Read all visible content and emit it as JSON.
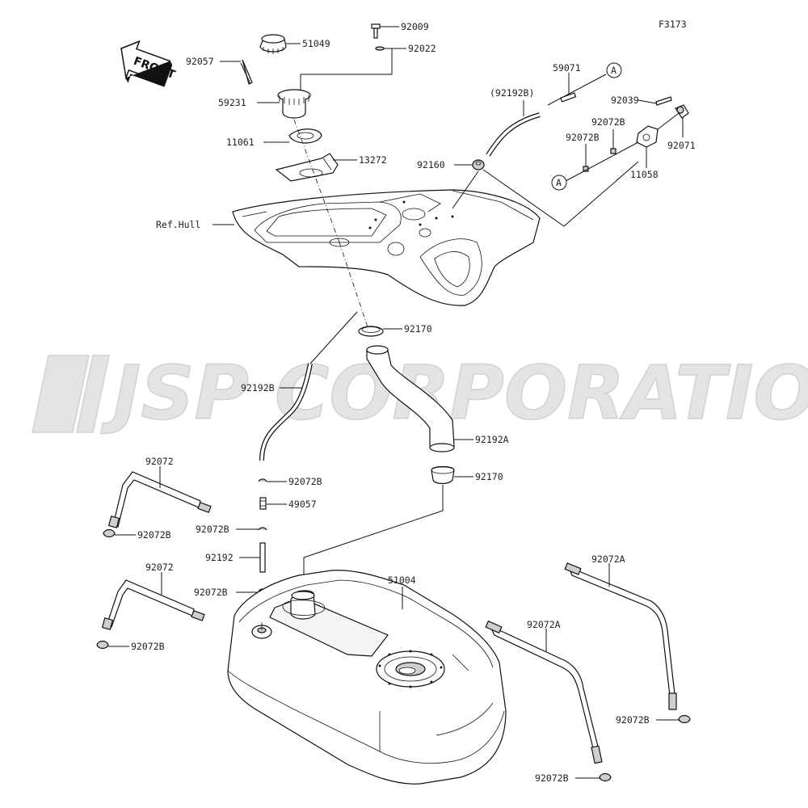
{
  "figure_code": "F3173",
  "watermark": "JSP CORPORATION",
  "front_label": "FRONT",
  "ref_label": "Ref.Hull",
  "callout_a": "A",
  "parts": {
    "p51049": "51049",
    "p92009": "92009",
    "p92022": "92022",
    "p92057": "92057",
    "p59231": "59231",
    "p11061": "11061",
    "p13272": "13272",
    "p59071": "59071",
    "p92192B_paren": "(92192B)",
    "p92039": "92039",
    "p92072B_a": "92072B",
    "p92072B_b": "92072B",
    "p92071": "92071",
    "p11058": "11058",
    "p92160": "92160",
    "p92170_top": "92170",
    "p92192B": "92192B",
    "p92192A": "92192A",
    "p92170_bot": "92170",
    "p92072_top": "92072",
    "p92072B_c": "92072B",
    "p49057": "49057",
    "p92072B_d": "92072B",
    "p92072B_e": "92072B",
    "p92192": "92192",
    "p92072_bot": "92072",
    "p92072B_f": "92072B",
    "p92072B_g": "92072B",
    "p51004": "51004",
    "p92072A_right": "92072A",
    "p92072A_mid": "92072A",
    "p92072B_h": "92072B",
    "p92072B_i": "92072B"
  }
}
